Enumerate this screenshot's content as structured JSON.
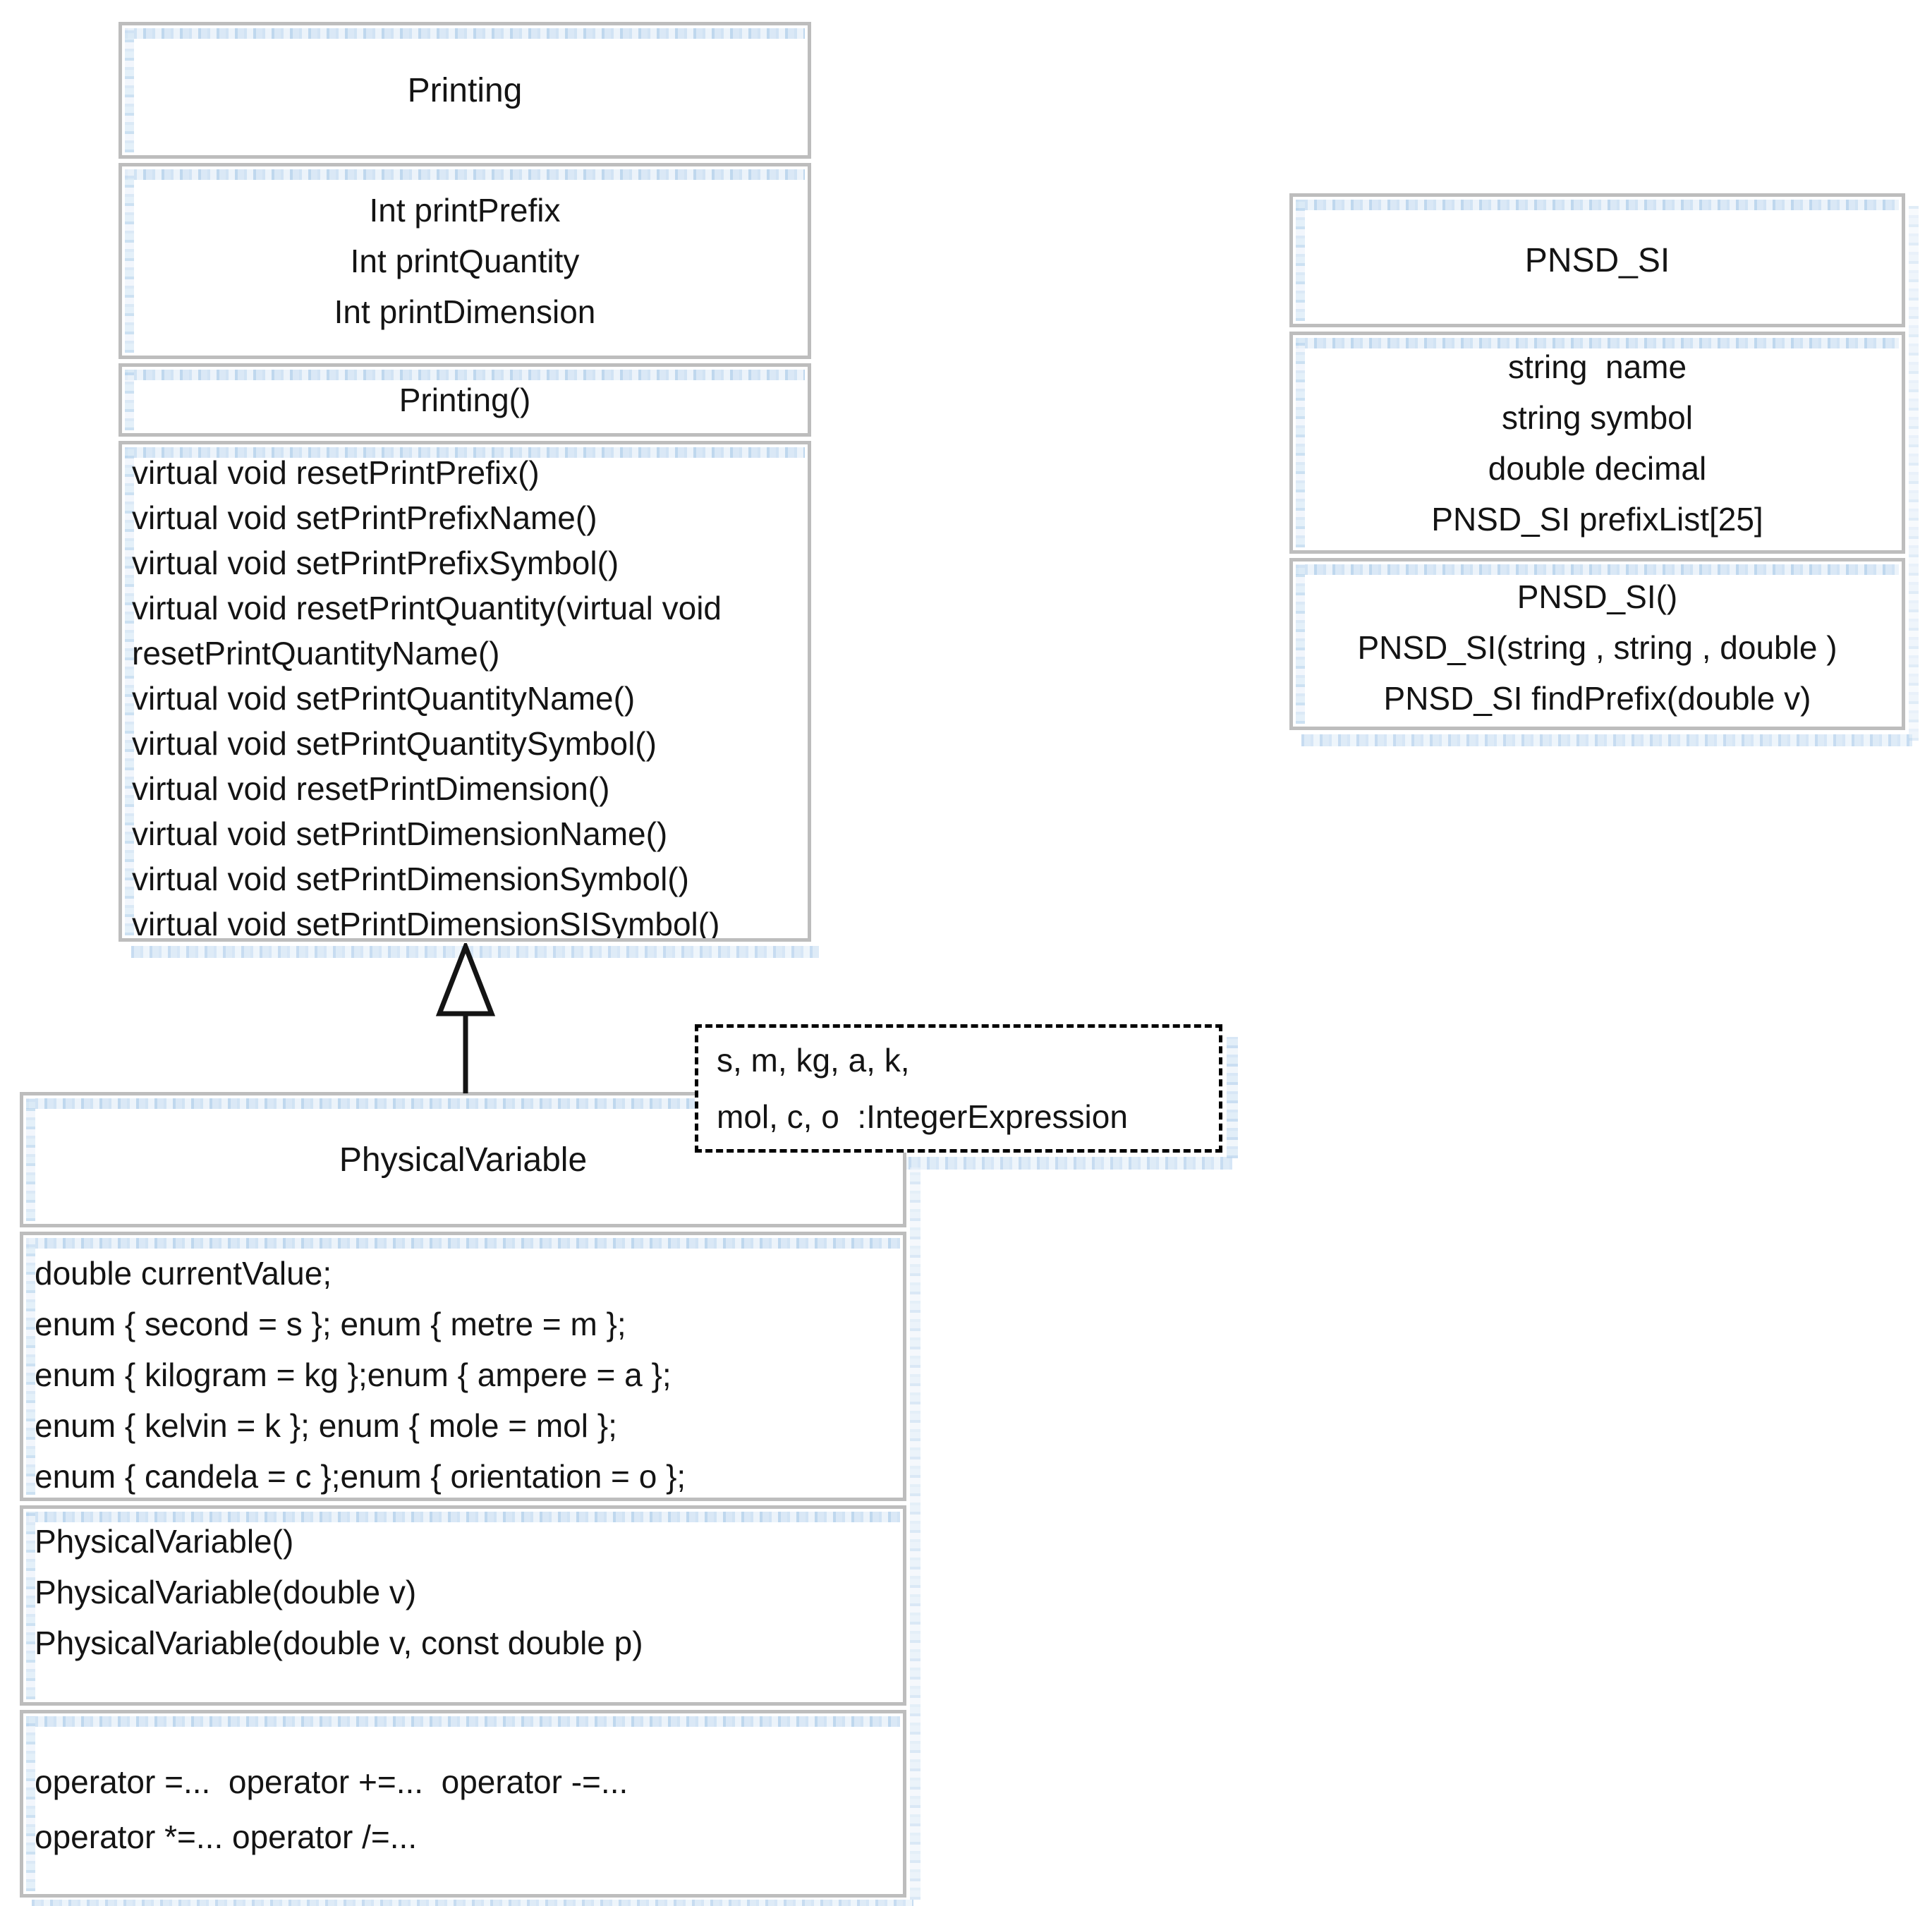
{
  "diagram": {
    "classes": {
      "printing": {
        "title": "Printing",
        "attributes": [
          "Int printPrefix",
          "Int printQuantity",
          "Int printDimension"
        ],
        "constructor_label": "Printing()",
        "methods": [
          "virtual void resetPrintPrefix()",
          "virtual void setPrintPrefixName()",
          "virtual void setPrintPrefixSymbol()",
          "virtual void resetPrintQuantity(virtual void",
          "resetPrintQuantityName()",
          "virtual void setPrintQuantityName()",
          "virtual void setPrintQuantitySymbol()",
          "virtual void resetPrintDimension()",
          "virtual void setPrintDimensionName()",
          "virtual void setPrintDimensionSymbol()",
          "virtual void setPrintDimensionSISymbol()"
        ]
      },
      "pnsd_si": {
        "title": "PNSD_SI",
        "attributes": [
          "string  name",
          "string symbol",
          "double decimal",
          "PNSD_SI prefixList[25]"
        ],
        "methods": [
          "PNSD_SI()",
          "PNSD_SI(string , string , double )",
          "PNSD_SI findPrefix(double v)"
        ]
      },
      "physical_variable": {
        "title": "PhysicalVariable",
        "attributes": [
          "double currentValue;",
          "enum { second = s }; enum { metre = m };",
          "enum { kilogram = kg };enum { ampere = a };",
          "enum { kelvin = k }; enum { mole = mol };",
          "enum { candela = c };enum { orientation = o };"
        ],
        "constructors": [
          "PhysicalVariable()",
          "PhysicalVariable(double v)",
          "PhysicalVariable(double v, const double p)"
        ],
        "operators": [
          "operator =...  operator +=...  operator -=...",
          "operator *=... operator /=..."
        ]
      }
    },
    "note": {
      "line1": "s, m, kg, a, k,",
      "line2": "mol, c, o  :IntegerExpression"
    },
    "relationship": {
      "type": "inheritance",
      "from": "PhysicalVariable",
      "to": "Printing"
    }
  },
  "colors": {
    "background": "#ffffff",
    "compartment_border": "#bdbdbd",
    "texture_blue": "#d4e5f5",
    "note_border": "#000000",
    "text": "#141414",
    "arrow": "#141414"
  }
}
